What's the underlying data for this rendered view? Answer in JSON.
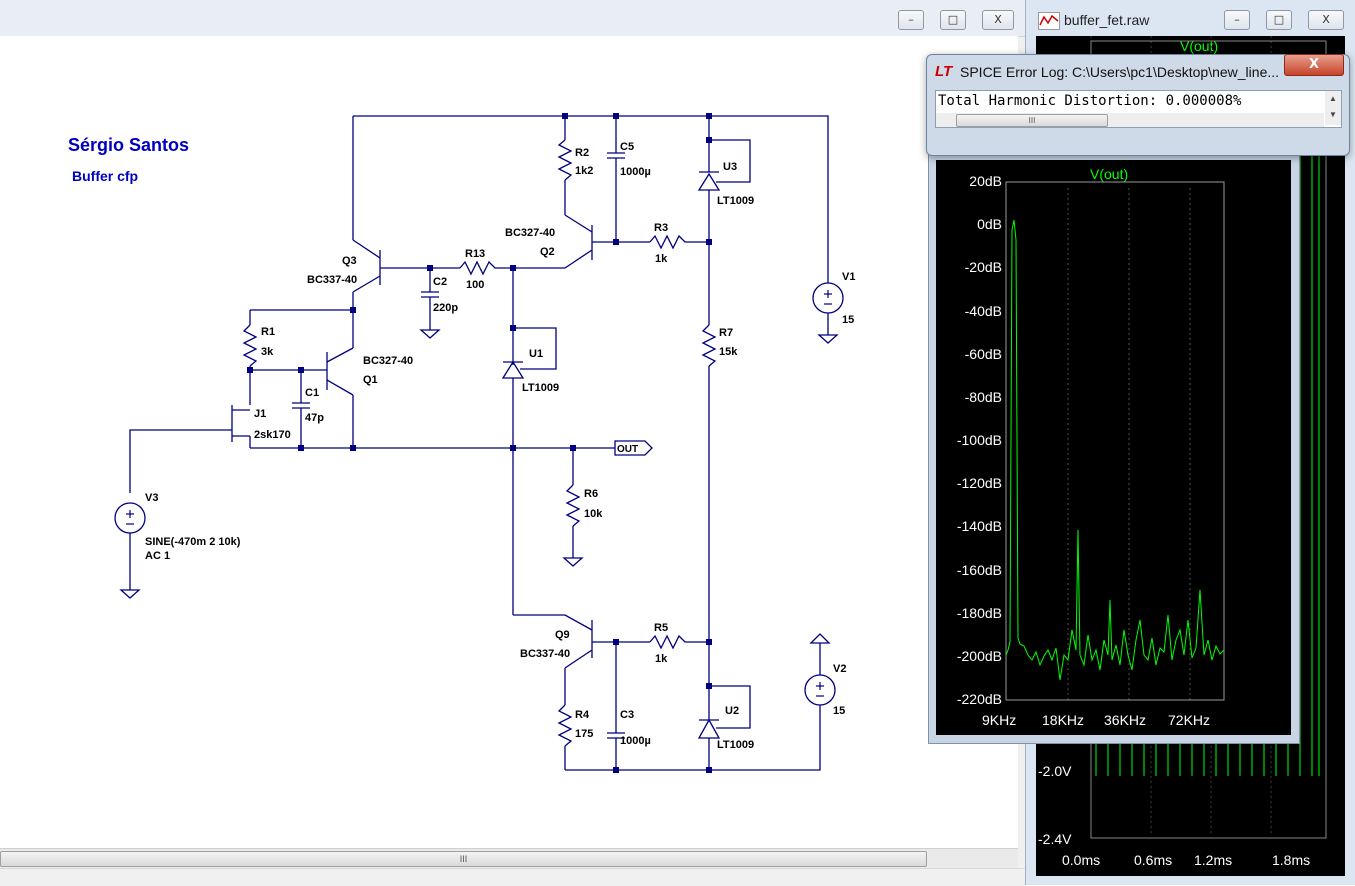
{
  "schematic": {
    "author": "Sérgio Santos",
    "subtitle": "Buffer cfp",
    "labels": {
      "q3": "Q3",
      "q3_model": "BC337-40",
      "r13": "R13",
      "r13_val": "100",
      "c2": "C2",
      "c2_val": "220p",
      "r2": "R2",
      "r2_val": "1k2",
      "c5": "C5",
      "c5_val": "1000µ",
      "u3": "U3",
      "u3_model": "LT1009",
      "q2_model": "BC327-40",
      "q2": "Q2",
      "r3": "R3",
      "r3_val": "1k",
      "v1": "V1",
      "v1_val": "15",
      "r1": "R1",
      "r1_val": "3k",
      "q1_model": "BC327-40",
      "q1": "Q1",
      "u1": "U1",
      "u1_model": "LT1009",
      "c1": "C1",
      "c1_val": "47p",
      "r7": "R7",
      "r7_val": "15k",
      "j1": "J1",
      "j1_model": "2sk170",
      "out": "OUT",
      "v3": "V3",
      "v3_line1": "SINE(-470m 2 10k)",
      "v3_line2": "AC 1",
      "r6": "R6",
      "r6_val": "10k",
      "q9": "Q9",
      "q9_model": "BC337-40",
      "r5": "R5",
      "r5_val": "1k",
      "v2": "V2",
      "v2_val": "15",
      "r4": "R4",
      "r4_val": "175",
      "c3": "C3",
      "c3_val": "1000µ",
      "u2": "U2",
      "u2_model": "LT1009"
    }
  },
  "plot_window": {
    "title": "buffer_fet.raw",
    "trace": "V(out)",
    "y_ticks": [
      "-2.0V",
      "-2.4V"
    ],
    "x_ticks": [
      "0.0ms",
      "0.6ms",
      "1.2ms",
      "1.8ms"
    ]
  },
  "fft_plot": {
    "trace": "V(out)",
    "y_ticks": [
      "20dB",
      "0dB",
      "-20dB",
      "-40dB",
      "-60dB",
      "-80dB",
      "-100dB",
      "-120dB",
      "-140dB",
      "-160dB",
      "-180dB",
      "-200dB",
      "-220dB"
    ],
    "x_ticks": [
      "9KHz",
      "18KHz",
      "36KHz",
      "72KHz"
    ]
  },
  "error_log": {
    "title": "SPICE Error Log: C:\\Users\\pc1\\Desktop\\new_line...",
    "message": "Total Harmonic Distortion: 0.000008%",
    "close_label": "X"
  },
  "window_buttons": {
    "minimize": "–",
    "maximize": "□",
    "close": "X"
  },
  "colors": {
    "wire": "#000080",
    "trace": "#00ff00",
    "label_blue": "#0000c0"
  }
}
